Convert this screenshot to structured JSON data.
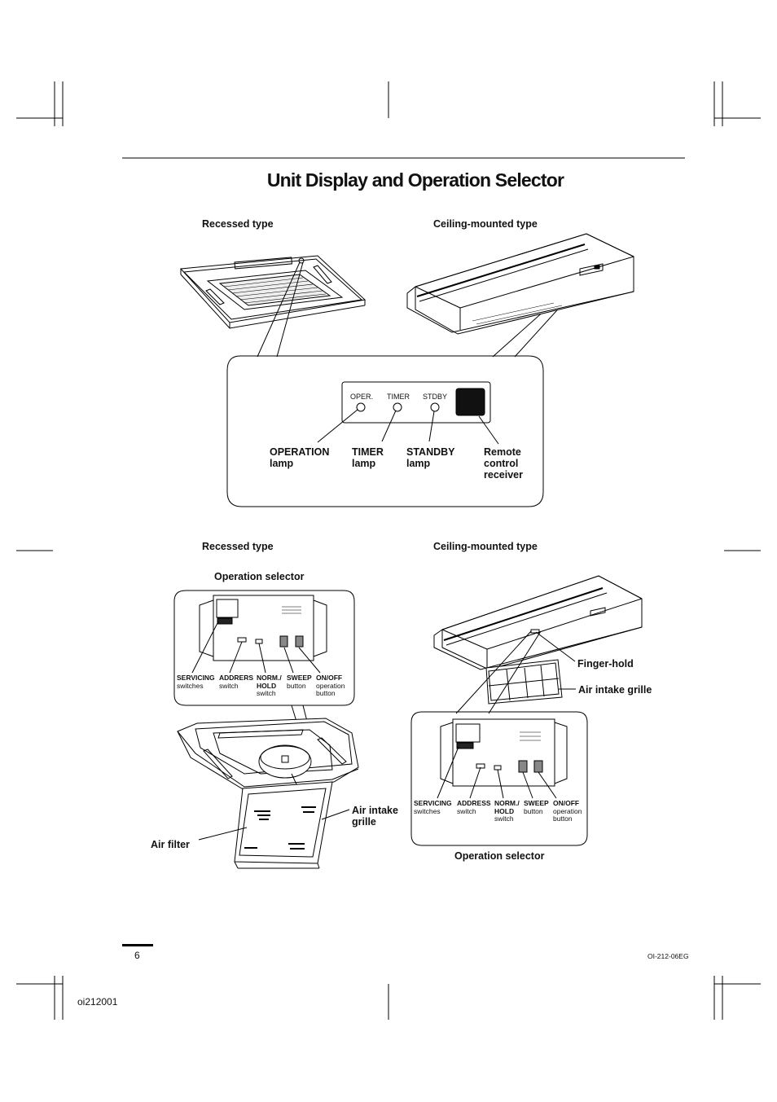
{
  "page": {
    "title": "Unit Display and Operation Selector",
    "page_number": "6",
    "doc_code": "OI-212-06EG",
    "image_ref": "oi212001"
  },
  "display": {
    "recessed_label": "Recessed type",
    "ceiling_label": "Ceiling-mounted type",
    "panel_texts": {
      "oper": "OPER.",
      "timer": "TIMER",
      "stdby": "STDBY"
    },
    "callouts": {
      "operation": [
        "OPERATION",
        "lamp"
      ],
      "timer": [
        "TIMER",
        "lamp"
      ],
      "standby": [
        "STANDBY",
        "lamp"
      ],
      "remote": [
        "Remote",
        "control",
        "receiver"
      ]
    }
  },
  "selector": {
    "recessed_label": "Recessed type",
    "ceiling_label": "Ceiling-mounted type",
    "operation_selector_label": "Operation selector",
    "recessed_items": [
      {
        "title": "SERVICING",
        "sub": [
          "switches"
        ]
      },
      {
        "title": "ADDRERS",
        "sub": [
          "switch"
        ]
      },
      {
        "title": "NORM./",
        "sub": [
          "HOLD",
          "switch"
        ]
      },
      {
        "title": "SWEEP",
        "sub": [
          "button"
        ]
      },
      {
        "title": "ON/OFF",
        "sub": [
          "operation",
          "button"
        ]
      }
    ],
    "ceiling_items": [
      {
        "title": "SERVICING",
        "sub": [
          "switches"
        ]
      },
      {
        "title": "ADDRESS",
        "sub": [
          "switch"
        ]
      },
      {
        "title": "NORM./",
        "sub": [
          "HOLD",
          "switch"
        ]
      },
      {
        "title": "SWEEP",
        "sub": [
          "button"
        ]
      },
      {
        "title": "ON/OFF",
        "sub": [
          "operation",
          "button"
        ]
      }
    ],
    "finger_hold": "Finger-hold",
    "air_intake_grille_ceiling": "Air intake grille",
    "air_intake_grille_recessed": [
      "Air intake",
      "grille"
    ],
    "air_filter": "Air filter",
    "operation_selector_bottom": "Operation selector"
  }
}
